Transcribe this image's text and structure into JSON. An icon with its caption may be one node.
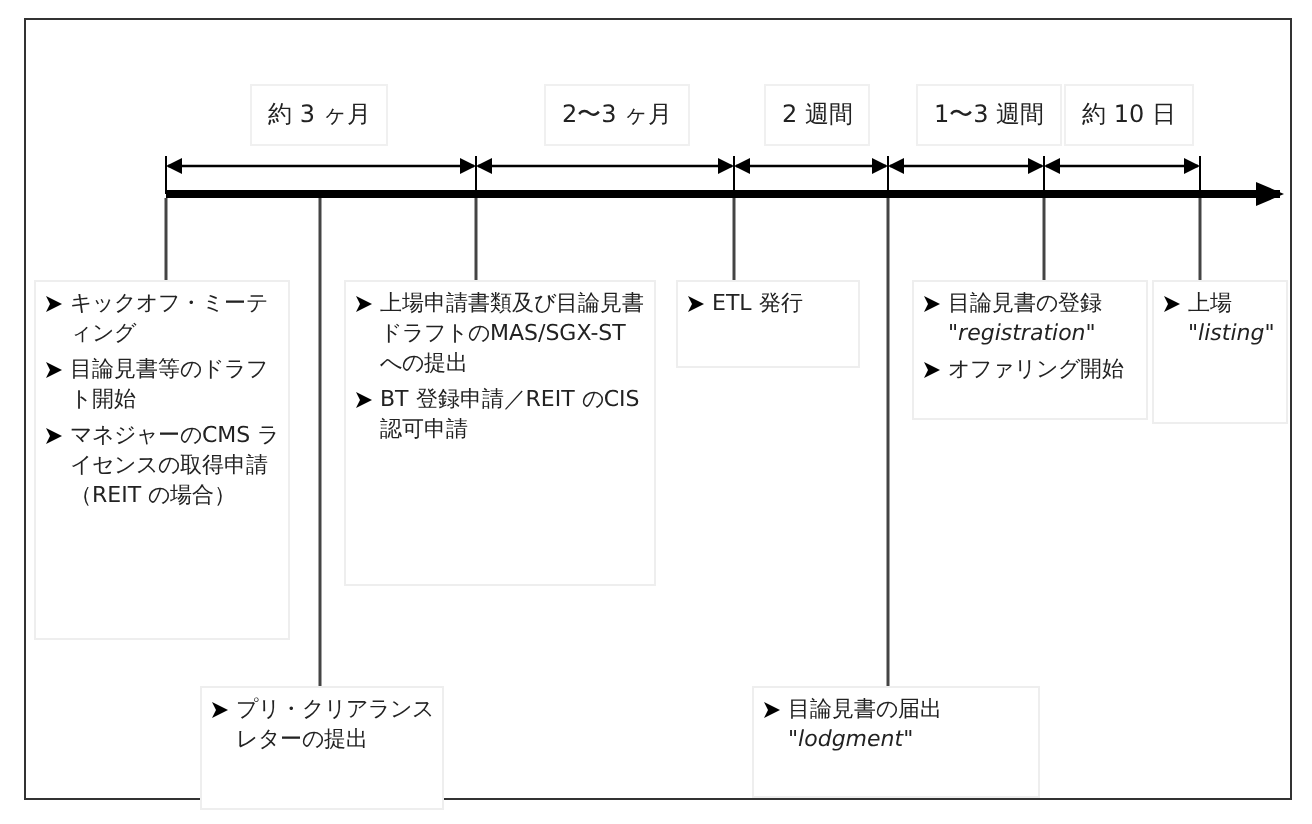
{
  "diagram": {
    "nodes": [
      {
        "text": [
          "キックオフ・ミーティング",
          "目論見書等のドラフト開始",
          "マネジャーのCMS ライセンスの取得申請（REIT の場合）"
        ]
      },
      {
        "text": [
          "プリ・クリアランスレターの提出"
        ]
      },
      {
        "text": [
          "上場申請書類及び目論見書ドラフトのMAS/SGX-ST への提出",
          "BT 登録申請／REIT のCIS 認可申請"
        ]
      },
      {
        "text": [
          "ETL 発行"
        ]
      },
      {
        "text": [
          "目論見書の届出 *\"lodgment\"*"
        ]
      },
      {
        "text": [
          "目論見書の登録 *\"registration\"*",
          "オファリング開始"
        ]
      },
      {
        "text": [
          "上場 *\"listing\"*"
        ]
      }
    ],
    "edges": [
      {
        "from": null,
        "to": 0,
        "arrow": "none"
      },
      {
        "from": null,
        "to": 1,
        "arrow": "none"
      },
      {
        "from": null,
        "to": 2,
        "arrow": "none"
      },
      {
        "from": null,
        "to": 3,
        "arrow": "none"
      },
      {
        "from": null,
        "to": 4,
        "arrow": "none"
      },
      {
        "from": null,
        "to": 5,
        "arrow": "none"
      },
      {
        "from": null,
        "to": 6,
        "arrow": "none"
      }
    ],
    "labels": [
      "約 3 ヶ月",
      "2〜3 ヶ月",
      "2 週間",
      "1〜3 週間",
      "約 10 日"
    ]
  }
}
